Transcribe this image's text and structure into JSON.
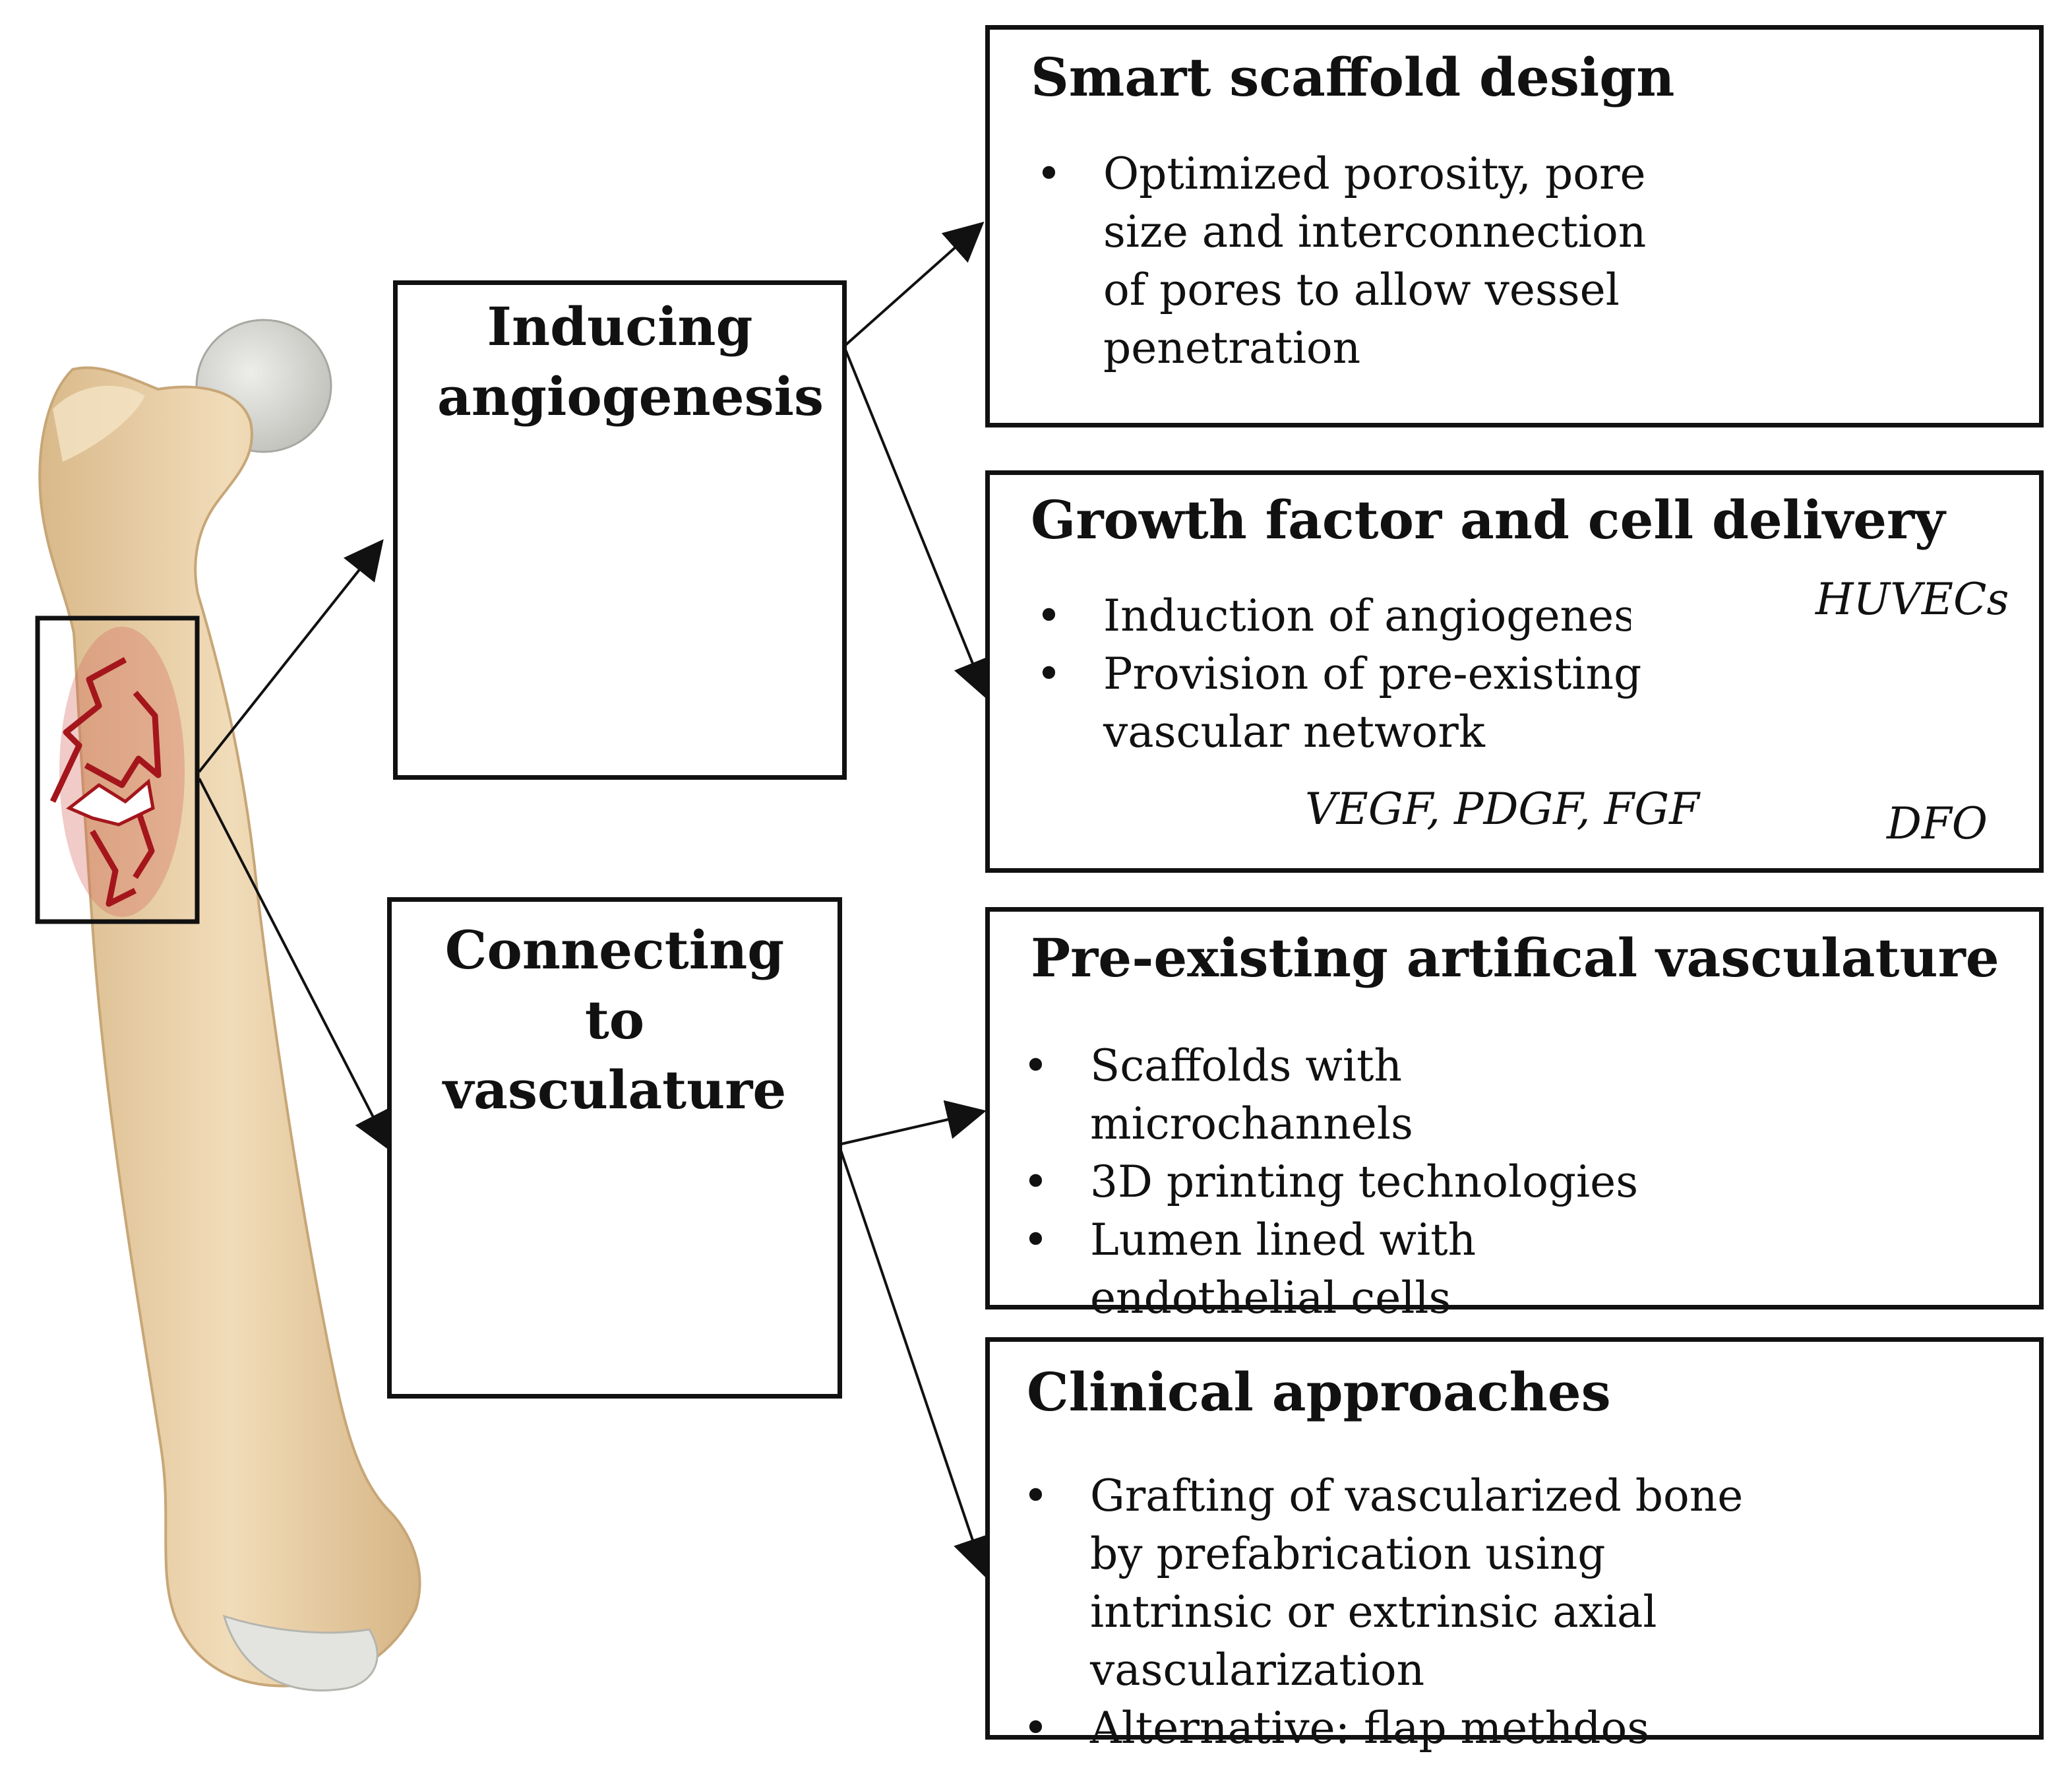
{
  "center": {
    "inducing_angiogenesis": "Inducing angiogenesis",
    "connecting_to_vasculature": "Connecting to vasculature"
  },
  "boxes": {
    "smart_scaffold": {
      "title": "Smart scaffold design",
      "bullets": [
        "Optimized porosity, pore size and interconnection of pores to allow vessel penetration"
      ]
    },
    "growth_factor": {
      "title": "Growth factor and cell delivery",
      "bullets": [
        "Induction of angiogenesis",
        "Provision of pre-existing vascular network"
      ],
      "labels": {
        "huvecs": "HUVECs",
        "vegf": "VEGF, PDGF, FGF",
        "dfo": "DFO"
      }
    },
    "artificial_vasculature": {
      "title": "Pre-existing artifical vasculature",
      "bullets": [
        "Scaffolds with microchannels",
        "3D printing technologies",
        "Lumen lined with endothelial cells"
      ]
    },
    "clinical": {
      "title": "Clinical approaches",
      "bullets": [
        "Grafting of vascularized bone by prefabrication using intrinsic or extrinsic axial vascularization",
        "Alternative: flap methdos"
      ]
    }
  },
  "colors": {
    "bone": "#E9CFA6",
    "bone_head": "#D4D4D0",
    "vessel": "#B23A3F",
    "fracture": "#A4161C",
    "cell": "#8E3A63",
    "network": "#2E7F86"
  }
}
